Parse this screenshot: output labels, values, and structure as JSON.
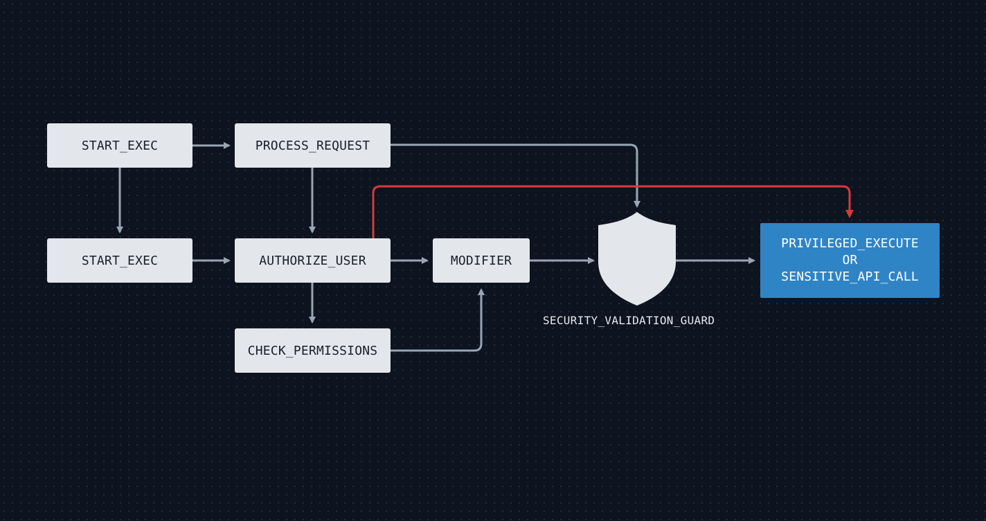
{
  "nodes": {
    "start_exec_top": "START_EXEC",
    "start_exec_bottom": "START_EXEC",
    "process_request": "PROCESS_REQUEST",
    "authorize_user": "AUTHORIZE_USER",
    "check_permissions": "CHECK_PERMISSIONS",
    "modifier": "MODIFIER",
    "guard_label": "SECURITY_VALIDATION_GUARD",
    "target_line1": "PRIVILEGED_EXECUTE",
    "target_line2": "OR",
    "target_line3": "SENSITIVE_API_CALL"
  },
  "colors": {
    "background": "#0d1420",
    "node_fill": "#e3e6ea",
    "node_text": "#1a1f27",
    "connector": "#9aa5b3",
    "bypass_connector": "#d63a3a",
    "target_fill": "#2f84c6",
    "shield_fill": "#e3e6ea"
  },
  "icons": {
    "guard": "shield-icon"
  }
}
